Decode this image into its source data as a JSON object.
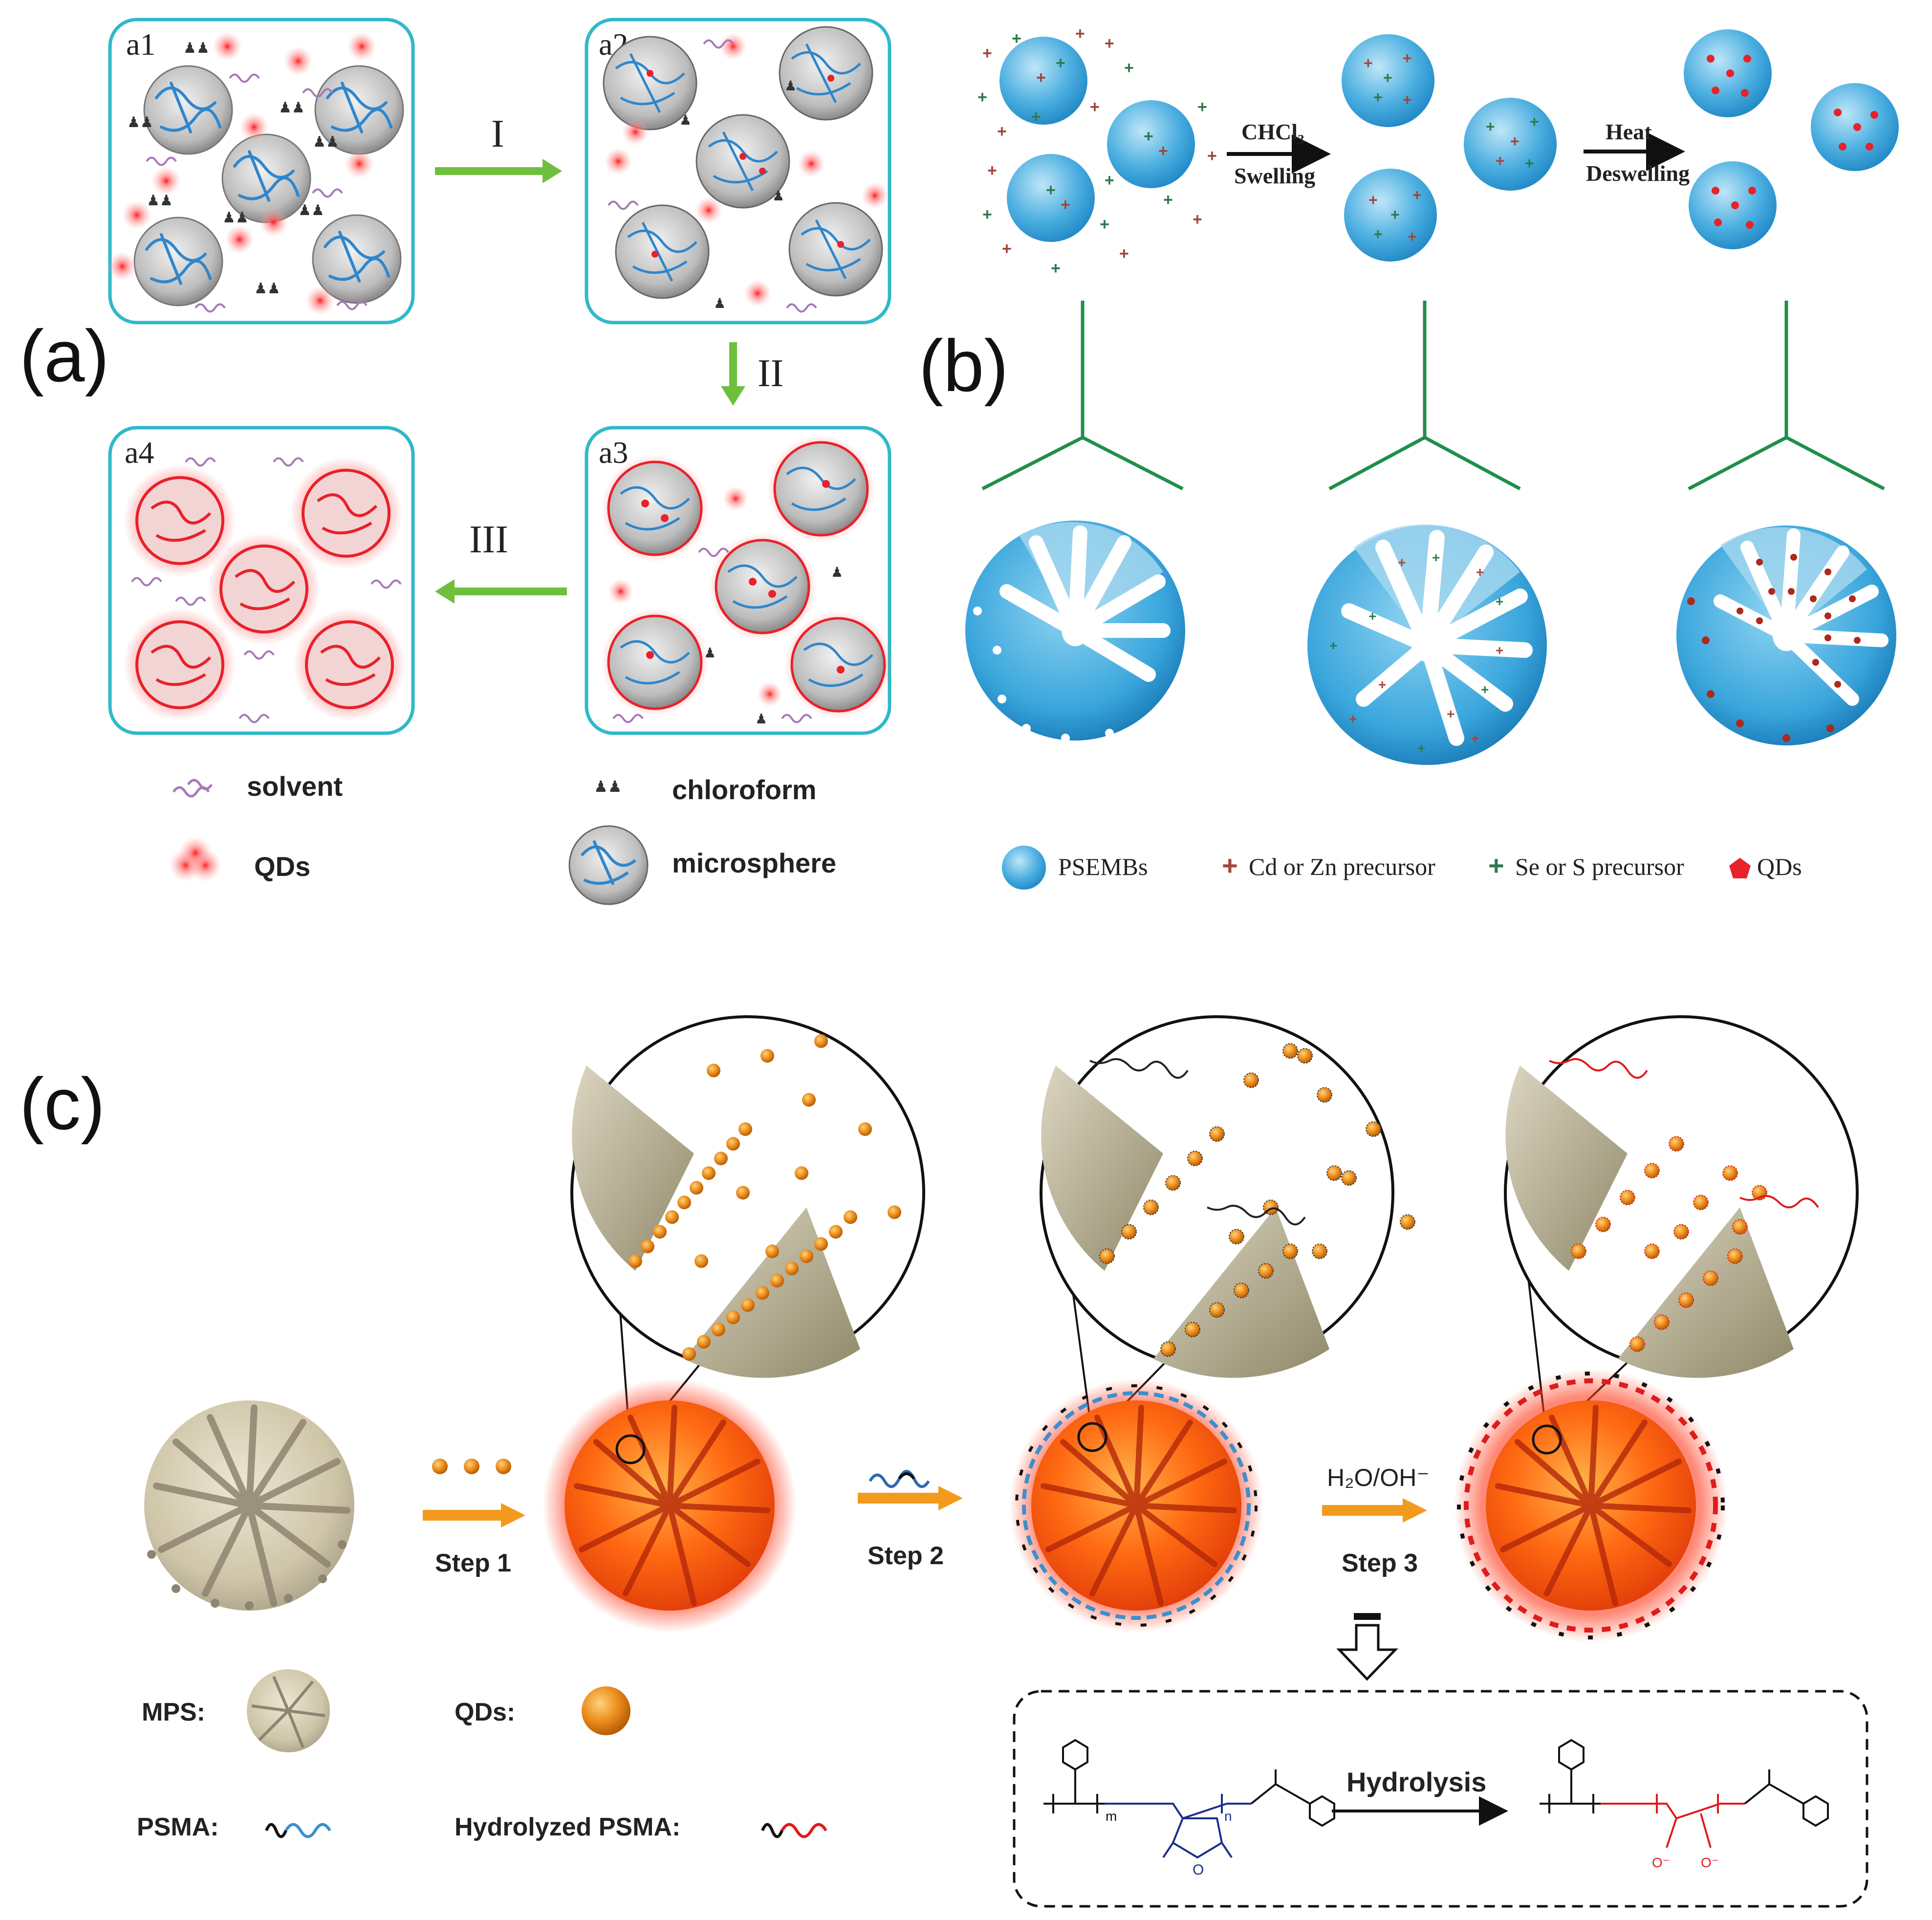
{
  "panel_a": {
    "label": "(a)",
    "boxes": [
      "a1",
      "a2",
      "a3",
      "a4"
    ],
    "steps": [
      "I",
      "II",
      "III"
    ],
    "legend": {
      "solvent": "solvent",
      "chloroform": "chloroform",
      "qds": "QDs",
      "microsphere": "microsphere"
    }
  },
  "panel_b": {
    "label": "(b)",
    "step1_top": "CHCl₃",
    "step1_bottom": "Swelling",
    "step2_top": "Heat",
    "step2_bottom": "Deswelling",
    "legend": {
      "psembs": "PSEMBs",
      "cd": "Cd or Zn precursor",
      "se": "Se or S precursor",
      "qds": "QDs"
    }
  },
  "panel_c": {
    "label": "(c)",
    "steps": [
      "Step 1",
      "Step 2",
      "Step 3"
    ],
    "reagent": "H₂O/OH⁻",
    "legend": {
      "mps": "MPS:",
      "qds": "QDs:",
      "psma": "PSMA:",
      "hpsma": "Hydrolyzed PSMA:"
    },
    "hydrolysis": "Hydrolysis",
    "sub_m": "m",
    "sub_n": "n",
    "charge": "O⁻",
    "oxygen": "O"
  },
  "colors": {
    "box_border": "#2fb9c9",
    "green_arrow": "#6fbf3f",
    "qd_red": "#e8212a",
    "bead_blue": "#3aa6dc",
    "orange_arrow": "#f39a1e",
    "mps_beige": "#cfc5a8",
    "qd_orange": "#e98a1a",
    "psma_blue": "#3a8fd0",
    "hyd_red": "#e01b1b"
  }
}
